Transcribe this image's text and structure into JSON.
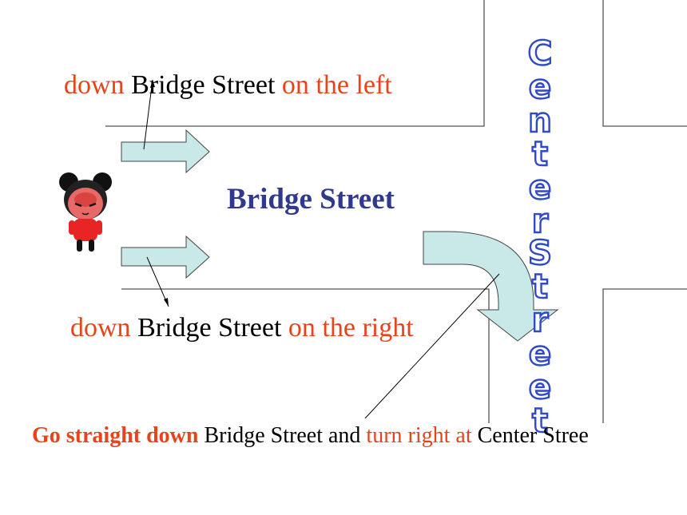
{
  "labels": {
    "left_red": "down",
    "left_black": "Bridge Street",
    "left_red2": "on the left",
    "right_red": "down",
    "right_black": "Bridge Street",
    "right_red2": "on the right",
    "street_name": "Bridge Street",
    "vertical_street": [
      "C",
      "e",
      "n",
      "t",
      "e",
      "r",
      "S",
      "t",
      "r",
      "e",
      "e",
      "t"
    ]
  },
  "sentence": {
    "part1": "Go straight down",
    "part2": " Bridge Street and ",
    "part3": "turn right at",
    "part4": " Center Stree"
  },
  "colors": {
    "accent_red": "#e8431a",
    "street_blue": "#2f3a8f",
    "arrow_fill": "#c9e8e8",
    "road_line": "#555555"
  }
}
